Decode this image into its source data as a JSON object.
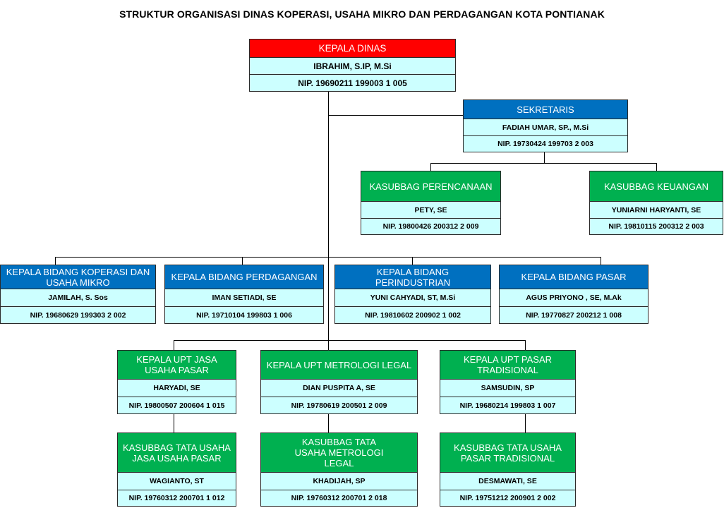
{
  "title": "STRUKTUR ORGANISASI DINAS KOPERASI, USAHA MIKRO DAN PERDAGANGAN KOTA PONTIANAK",
  "colors": {
    "head": "#ff0000",
    "sekretaris_bidang": "#0070c0",
    "sub_unit": "#00b050",
    "info_rows": "#ccffff"
  },
  "kepala_dinas": {
    "position": "KEPALA DINAS",
    "name": "IBRAHIM, S.IP, M.Si",
    "nip": "NIP. 19690211 199003 1 005"
  },
  "sekretaris": {
    "position": "SEKRETARIS",
    "name": "FADIAH UMAR, SP., M.Si",
    "nip": "NIP. 19730424 199703 2 003"
  },
  "kasubbag_perencanaan": {
    "position": "KASUBBAG PERENCANAAN",
    "name": "PETY, SE",
    "nip": "NIP. 19800426 200312 2 009"
  },
  "kasubbag_keuangan": {
    "position": "KASUBBAG KEUANGAN",
    "name": "YUNIARNI HARYANTI, SE",
    "nip": "NIP. 19810115 200312 2 003"
  },
  "bidang_koperasi": {
    "position": "KEPALA BIDANG KOPERASI DAN USAHA MIKRO",
    "name": "JAMILAH, S. Sos",
    "nip": "NIP. 19680629 199303 2 002"
  },
  "bidang_perdagangan": {
    "position": "KEPALA BIDANG PERDAGANGAN",
    "name": "IMAN SETIADI, SE",
    "nip": "NIP. 19710104 199803 1 006"
  },
  "bidang_perindustrian": {
    "position": "KEPALA BIDANG PERINDUSTRIAN",
    "name": "YUNI CAHYADI, ST, M.Si",
    "nip": "NIP. 19810602 200902 1 002"
  },
  "bidang_pasar": {
    "position": "KEPALA BIDANG PASAR",
    "name": "AGUS PRIYONO , SE, M.Ak",
    "nip": "NIP. 19770827 200212 1 008"
  },
  "upt_jasa_usaha_pasar": {
    "position": "KEPALA UPT JASA USAHA PASAR",
    "name": "HARYADI, SE",
    "nip": "NIP. 19800507 200604 1 015"
  },
  "upt_metrologi_legal": {
    "position": "KEPALA UPT METROLOGI LEGAL",
    "name": "DIAN PUSPITA A, SE",
    "nip": "NIP. 19780619 200501 2 009"
  },
  "upt_pasar_tradisional": {
    "position": "KEPALA UPT PASAR TRADISIONAL",
    "name": "SAMSUDIN, SP",
    "nip": "NIP. 19680214 199803 1 007"
  },
  "tu_jasa_usaha_pasar": {
    "position": "KASUBBAG TATA USAHA JASA USAHA PASAR",
    "name": "WAGIANTO, ST",
    "nip": "NIP. 19760312 200701 1 012"
  },
  "tu_metrologi_legal": {
    "position": "KASUBBAG TATA USAHA METROLOGI LEGAL",
    "name": "KHADIJAH, SP",
    "nip": "NIP. 19760312 200701 2 018"
  },
  "tu_pasar_tradisional": {
    "position": "KASUBBAG TATA USAHA PASAR TRADISIONAL",
    "name": "DESMAWATI, SE",
    "nip": "NIP. 19751212 200901 2 002"
  }
}
